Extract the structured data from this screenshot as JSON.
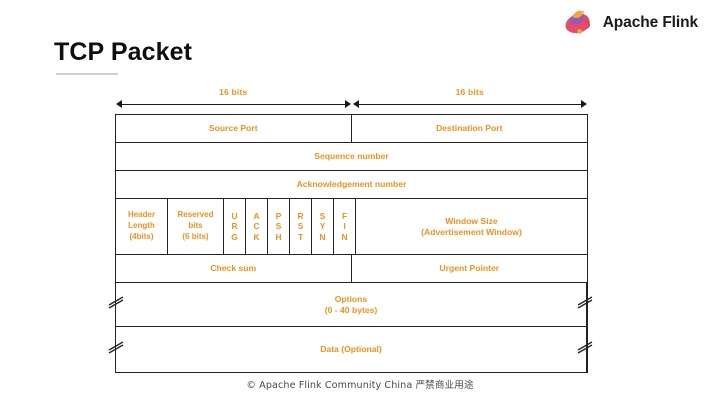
{
  "brand": {
    "logo_icon": "flink-squirrel-logo",
    "name": "Apache Flink",
    "colors": {
      "pink": "#E6526E",
      "purple": "#9A5BB5",
      "orange": "#F0A23C"
    }
  },
  "slide": {
    "title": "TCP Packet",
    "accent_color": "#F5901E",
    "line_color": "#242424"
  },
  "measures": [
    {
      "label": "16 bits"
    },
    {
      "label": "16 bits"
    }
  ],
  "packet": {
    "rows": [
      {
        "name": "ports-row",
        "cells": [
          {
            "name": "source-port",
            "text": "Source Port"
          },
          {
            "name": "destination-port",
            "text": "Destination Port"
          }
        ]
      },
      {
        "name": "sequence-row",
        "cells": [
          {
            "name": "sequence-number",
            "text": "Sequence number"
          }
        ]
      },
      {
        "name": "acknowledgement-row",
        "cells": [
          {
            "name": "acknowledgement-number",
            "text": "Acknowledgement number"
          }
        ]
      },
      {
        "name": "flags-row",
        "header_length": "Header Length (4bits)",
        "header_length_lines": [
          "Header",
          "Length",
          "(4bits)"
        ],
        "reserved_bits_lines": [
          "Reserved",
          "bits",
          "(6 bits)"
        ],
        "flags": [
          {
            "name": "flag-urg",
            "letters": [
              "U",
              "R",
              "G"
            ]
          },
          {
            "name": "flag-ack",
            "letters": [
              "A",
              "C",
              "K"
            ]
          },
          {
            "name": "flag-psh",
            "letters": [
              "P",
              "S",
              "H"
            ]
          },
          {
            "name": "flag-rst",
            "letters": [
              "R",
              "S",
              "T"
            ]
          },
          {
            "name": "flag-syn",
            "letters": [
              "S",
              "Y",
              "N"
            ]
          },
          {
            "name": "flag-fin",
            "letters": [
              "F",
              "I",
              "N"
            ]
          }
        ],
        "window_size_lines": [
          "Window Size",
          "(Advertisement Window)"
        ]
      },
      {
        "name": "checksum-row",
        "cells": [
          {
            "name": "check-sum",
            "text": "Check sum"
          },
          {
            "name": "urgent-pointer",
            "text": "Urgent Pointer"
          }
        ]
      },
      {
        "name": "options-row",
        "cells": [
          {
            "name": "options",
            "lines": [
              "Options",
              "(0 - 40 bytes)"
            ]
          }
        ]
      },
      {
        "name": "data-row",
        "cells": [
          {
            "name": "data-optional",
            "text": "Data (Optional)"
          }
        ]
      }
    ],
    "flags_text": {
      "header_length_l1": "Header",
      "header_length_l2": "Length",
      "header_length_l3": "(4bits)",
      "reserved_l1": "Reserved",
      "reserved_l2": "bits",
      "reserved_l3": "(6 bits)",
      "window_l1": "Window Size",
      "window_l2": "(Advertisement Window)"
    },
    "options_text": {
      "l1": "Options",
      "l2": "(0 - 40 bytes)"
    },
    "row_text": {
      "source_port": "Source Port",
      "destination_port": "Destination Port",
      "sequence_number": "Sequence number",
      "acknowledgement_number": "Acknowledgement number",
      "check_sum": "Check sum",
      "urgent_pointer": "Urgent Pointer",
      "data_optional": "Data (Optional)"
    },
    "flag_letters": {
      "urg_1": "U",
      "urg_2": "R",
      "urg_3": "G",
      "ack_1": "A",
      "ack_2": "C",
      "ack_3": "K",
      "psh_1": "P",
      "psh_2": "S",
      "psh_3": "H",
      "rst_1": "R",
      "rst_2": "S",
      "rst_3": "T",
      "syn_1": "S",
      "syn_2": "Y",
      "syn_3": "N",
      "fin_1": "F",
      "fin_2": "I",
      "fin_3": "N"
    }
  },
  "footer": {
    "text": "© Apache Flink Community China  严禁商业用途"
  }
}
